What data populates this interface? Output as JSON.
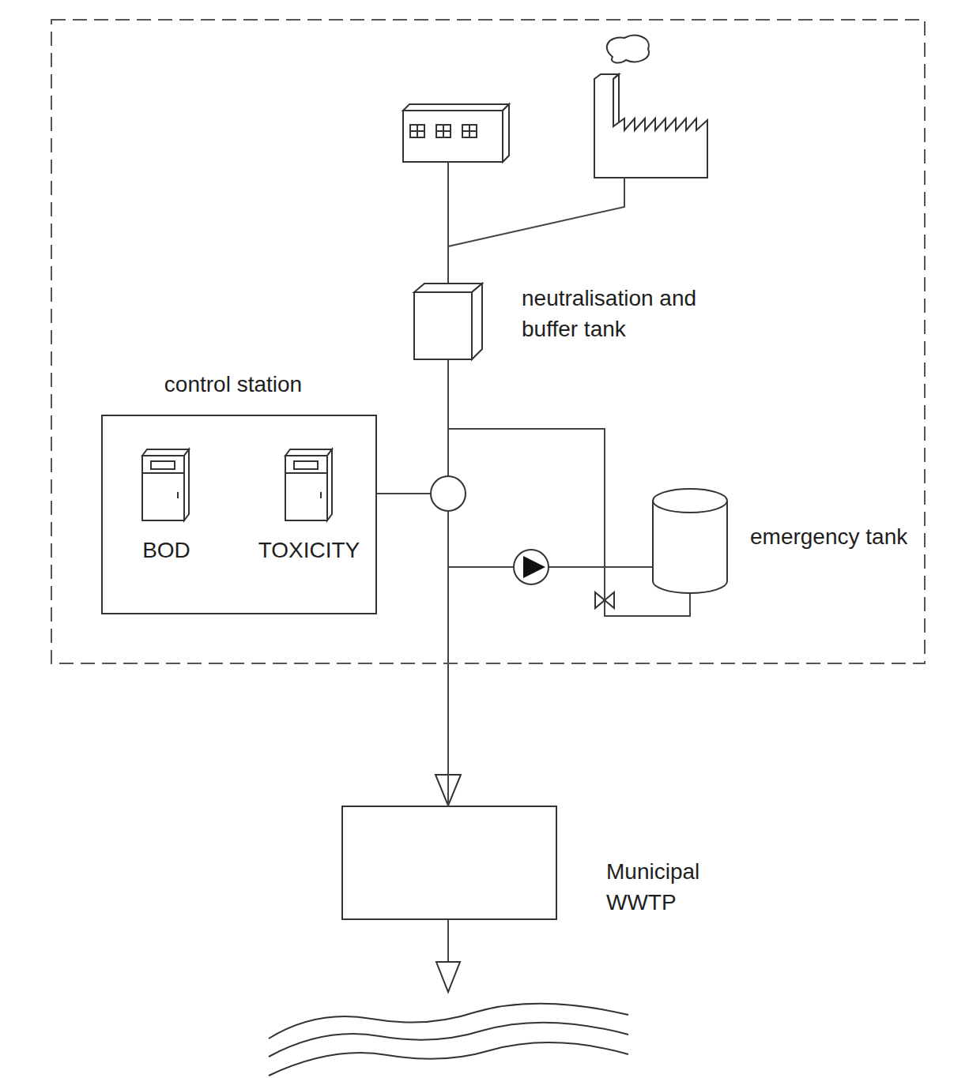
{
  "diagram": {
    "nodes": [
      {
        "text": [
          "neutralisation and buffer tank"
        ]
      },
      {
        "text": [
          "control station"
        ]
      },
      {
        "text": [
          "BOD"
        ],
        "in": 1
      },
      {
        "text": [
          "TOXICITY"
        ],
        "in": 1
      },
      {
        "text": [
          "emergency tank"
        ]
      },
      {
        "text": [
          "Municipal WWTP"
        ]
      }
    ],
    "edges": [
      {
        "from": 0,
        "to": 5,
        "arrow": "to"
      },
      {
        "from": 0,
        "to": 4,
        "arrow": "none"
      },
      {
        "from": 4,
        "to": 5,
        "arrow": "none"
      },
      {
        "from": 2,
        "to": 3,
        "arrow": "none"
      }
    ]
  }
}
